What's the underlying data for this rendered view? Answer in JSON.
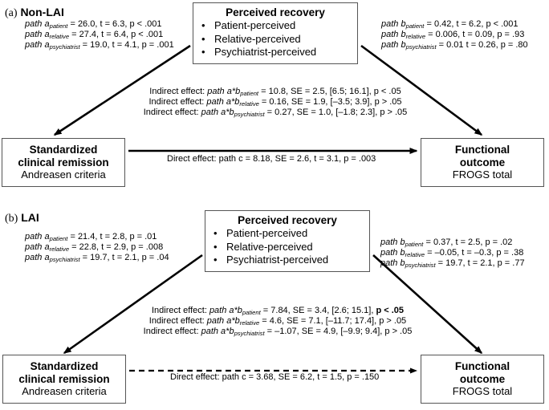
{
  "figure": {
    "type": "mediation-path-diagram",
    "panels": [
      {
        "id": "a",
        "label_letter": "(a)",
        "label_name": "Non-LAI",
        "mediator": {
          "title": "Perceived recovery",
          "bullet": "•",
          "items": [
            "Patient-perceived",
            "Relative-perceived",
            "Psychiatrist-perceived"
          ]
        },
        "predictor": {
          "line1": "Standardized",
          "line2": "clinical remission",
          "sub": "Andreasen criteria"
        },
        "outcome": {
          "line1": "Functional",
          "line2": "outcome",
          "sub": "FROGS total"
        },
        "a_paths": [
          {
            "label": "path a",
            "sub": "patient",
            "rest": " = 26.0, t = 6.3, p < .001"
          },
          {
            "label": "path a",
            "sub": "relative",
            "rest": " = 27.4,  t = 6.4, p < .001"
          },
          {
            "label": "path a",
            "sub": "psychiatrist",
            "rest": " = 19.0, t = 4.1, p = .001"
          }
        ],
        "b_paths": [
          {
            "label": "path b",
            "sub": "patient",
            "rest": " = 0.42, t = 6.2, p < .001"
          },
          {
            "label": "path b",
            "sub": "relative",
            "rest": " = 0.006,  t = 0.09, p = .93"
          },
          {
            "label": "path b",
            "sub": "psychiatrist",
            "rest": " = 0.01  t = 0.26, p = .80"
          }
        ],
        "indirect": [
          {
            "prefix": "Indirect effect: ",
            "label": "path a*b",
            "sub": "patient",
            "rest": " = 10.8, SE = 2.5, [6.5; 16.1], p < .05",
            "bold_tail": false
          },
          {
            "prefix": "Indirect effect: ",
            "label": "path a*b",
            "sub": "relative",
            "rest": " = 0.16, SE = 1.9, [–3.5; 3.9], p > .05",
            "bold_tail": false
          },
          {
            "prefix": "Indirect effect: ",
            "label": "path a*b",
            "sub": "psychiatrist",
            "rest": " = 0.27, SE = 1.0, [–1.8; 2.3], p > .05",
            "bold_tail": false
          }
        ],
        "direct": "Direct effect: path c = 8.18, SE = 2.6, t = 3.1, p = .003",
        "direct_arrow_style": "solid"
      },
      {
        "id": "b",
        "label_letter": "(b)",
        "label_name": "LAI",
        "mediator": {
          "title": "Perceived recovery",
          "bullet": "•",
          "items": [
            "Patient-perceived",
            "Relative-perceived",
            "Psychiatrist-perceived"
          ]
        },
        "predictor": {
          "line1": "Standardized",
          "line2": "clinical remission",
          "sub": "Andreasen criteria"
        },
        "outcome": {
          "line1": "Functional",
          "line2": "outcome",
          "sub": "FROGS total"
        },
        "a_paths": [
          {
            "label": "path a",
            "sub": "patient",
            "rest": " = 21.4, t = 2.8, p = .01"
          },
          {
            "label": "path a",
            "sub": "relative",
            "rest": " = 22.8,  t = 2.9, p = .008"
          },
          {
            "label": "path a",
            "sub": "psychiatrist",
            "rest": " = 19.7, t = 2.1, p = .04"
          }
        ],
        "b_paths": [
          {
            "label": "path b",
            "sub": "patient",
            "rest": " = 0.37, t = 2.5, p = .02"
          },
          {
            "label": "path b",
            "sub": "relative",
            "rest": " = –0.05,  t = –0.3, p = .38"
          },
          {
            "label": "path b",
            "sub": "psychiatrist",
            "rest": " = 19.7, t = 2.1, p = .77"
          }
        ],
        "indirect": [
          {
            "prefix": "Indirect effect: ",
            "label": "path a*b",
            "sub": "patient",
            "rest": " = 7.84, SE = 3.4, [2.6; 15.1], ",
            "bold_tail": "p < .05"
          },
          {
            "prefix": "Indirect effect: ",
            "label": "path a*b",
            "sub": "relative",
            "rest": " = 4.6, SE = 7.1, [–11.7; 17.4], p > .05",
            "bold_tail": false
          },
          {
            "prefix": "Indirect effect: ",
            "label": "path a*b",
            "sub": "psychiatrist",
            "rest": " = –1.07, SE = 4.9, [–9.9; 9.4], p > .05",
            "bold_tail": false
          }
        ],
        "direct": "Direct effect: path c = 3.68, SE = 6.2, t = 1.5, p = .150",
        "direct_arrow_style": "dashed"
      }
    ],
    "colors": {
      "box_border": "#555555",
      "line": "#000000",
      "background": "#ffffff"
    }
  }
}
